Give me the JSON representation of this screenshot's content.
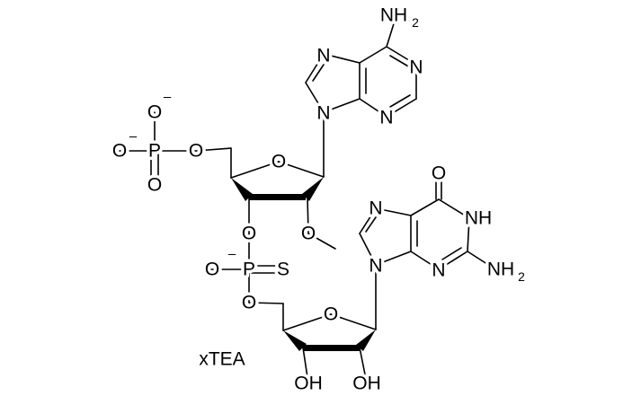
{
  "title": "2'-O-methyl adenylyl-(3'-5')-guanosine phosphorothioate, xTEA",
  "counterion": "xTEA",
  "labels": {
    "O": "O",
    "N": "N",
    "P": "P",
    "S": "S",
    "OH": "OH",
    "NH": "NH",
    "sub2": "2",
    "minus": "–"
  },
  "colors": {
    "ink": "#000000",
    "background": "#ffffff"
  }
}
